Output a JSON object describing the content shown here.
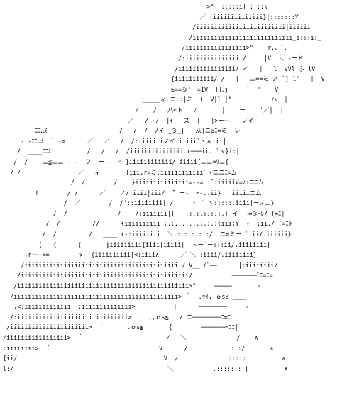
{
  "colors": {
    "background": "#ffffff",
    "ink": "#000000"
  },
  "art": {
    "lines": [
      "                                                         >\"  :::::i]|::::\\",
      "                                                       ／ :iiiiiiiiiiiiii}|:::::::Y",
      "                                                     /iiiiiiiiiiiiiiiiiiiiiiiii|iiiiii",
      "                                                    /iiiiiiiiiiiiiiiiiiiiiiiiiiii_i:::i;_",
      "                                                  /iiiiiiiiiiiiiiiii>\"    r.、`、",
      "                                                 /:iiiiiiiiiiiiiiii/  |  |V  i、-ード",
      "                                                /iiiiiiiiiiiiiiii/ イ  _|   l  VVl ふ lV",
      "                                               {iiiiiiiiiii/ /   |'  ニ==ミ ノ `} l'   |  V",
      "                                               ≧==彡'ー=IV  (しj     `  \"    V",
      "                                       _____ィ ニ::|ミ  (  V|l |\"           ハ  |",
      "                                     /    /   八<ト   ﾉ       |    ー    '／|  |",
      "                                   ／   /  /  |ｲ   ス  ]   |>ー─‐   ノイ",
      "        -ﾆﾆ…ﾐ                    /   /  /  /イ _彡_|   从|ニ≧ﾆ=ミ  レ",
      "     - -ﾆﾆ…ﾐ  ` -=      ／   ／   /  /:iiiiiiiノイiiiiii`ヽ人:ii|",
      "    /  ____ﾆﾆﾐ`         /   /   /  /iiiiiiiiiiiiiii.r───ii.|`ヽ}i:|",
      "   /  /    ニ≦ニニ - -  フ  ー -  ⌒ }iiiiiiiiiiii/ iiiii{ニニ=ﾘニ{",
      "  / /                ／   ィ       }iii,r=ミ:iiiiiiiiiiii`ヽニニﾆ=ム",
      "                   /  /        /    }iiiiiiiiiiiiiii=--=  ̄ :iiiiiV=ﾉ:ニﾆム",
      "         !        / /      ／    ノ/:iiii|iii/  ̄` ー‐  =-..ii}   iiiiiニム",
      "                 /  ／        /  /'::iiiiiiii| /     ・ ` ヽ:::::.iiii|ーノニ}",
      "              /  /              /    /:iiiiiii|{   .:.:.:.:.:.} イ  -=彡ｰﾚ/ (=ﾆ|",
      "            /  /         //      {iiiiiiiiii|:.:.:.:.:.:.:.:{iii;Y  - ::ii./ (=ﾆ}",
      "           /  /         /   ____ r-:iiiiiiii| ＼.:.:.:.:.:/  ニ=ミー'`:ii/.iiiiii}",
      "          ( __{      (  ____ ∥iiiiiiiii{iiii|iiiii|  ヽー´ー:::ii/.iiiiiiii}",
      "      ,r──-==        ゞ  {iiiiiiiiii|<:iiii∧      ／ ＼_:iiii/.iiiiiiii}",
      "     /iiiiiiiiiiiiiiiiiiiiiiiiiiiiiiiiiiiiiiiiiii|/ V__ ｲ`──      |:iiiiiiii/",
      "    /iiiiiiiiiiiiiiiiiiiiiiiiiiiiiiiiiiiiiiiiiiiiiii/           ───────ﾞﾆ=ﾆ=",
      "   /iiiiiiiiiiiiiiiiiiiiiiiiiiiiiiiiiiiiiiiiiiiiiiii>\"     ─────       ∘",
      "  /iiiiiiiiiiiiiiiiiiiiiiiiiiiiiiiiiiiiiiiiiiiiii> ｀  .∵ｲ,.ｏs≦ ____",
      "   ,<:iiiiiiiiiiiii  :iiiiiiiiiiiiii>  ｀       |      ────────     ∘",
      "  /:iiiiiiiiiiiiiiiiiiiiiiiiiiiiiii> ｀  ,,ｏs≦   / ニ────────ﾆ=ﾆ",
      " /iiiiiiiiiiiiiiiiiiiiii>  ｀      .ｏs≦       {        ───────ｰﾆﾆ|",
      "/iiiiiiiiiiiiiiiii>  ｀                       /   ＼              /    ∧",
      ":iiiiiiii>  ｀                              V      /            :::/       ∧",
      "{ii/                                         V  /              :::::|         ∧",
      "l:/                                           ＼           .::::::::|          ∧"
    ]
  }
}
